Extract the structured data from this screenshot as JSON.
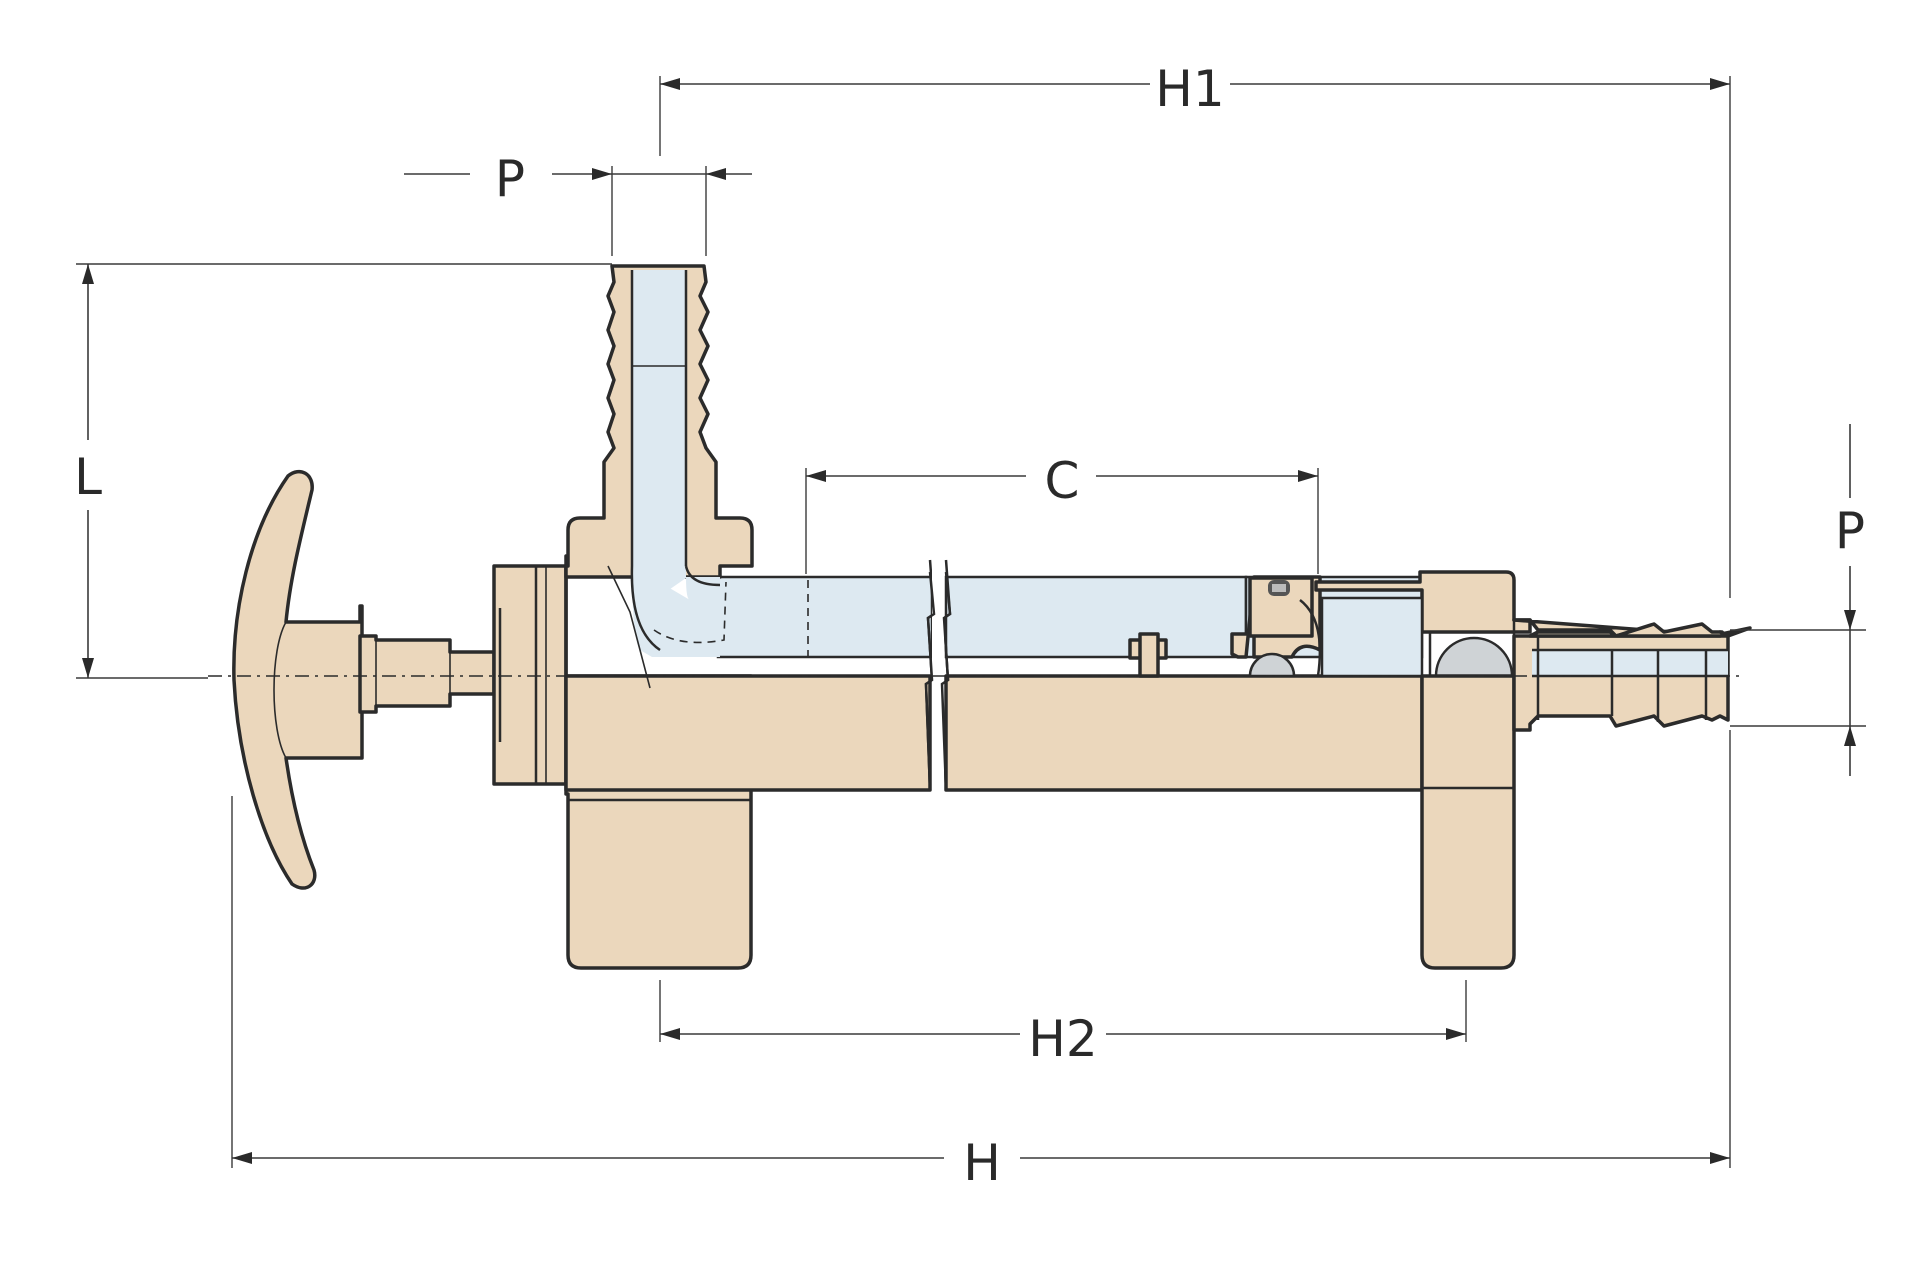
{
  "diagram": {
    "labels": {
      "h1": "H1",
      "p_top": "P",
      "l": "L",
      "c": "C",
      "p_right": "P",
      "h2": "H2",
      "h": "H"
    },
    "colors": {
      "body": "#ebd7bc",
      "bore": "#dde9f1",
      "outline": "#2b2b2b",
      "ball": "#cfd3d6"
    }
  }
}
